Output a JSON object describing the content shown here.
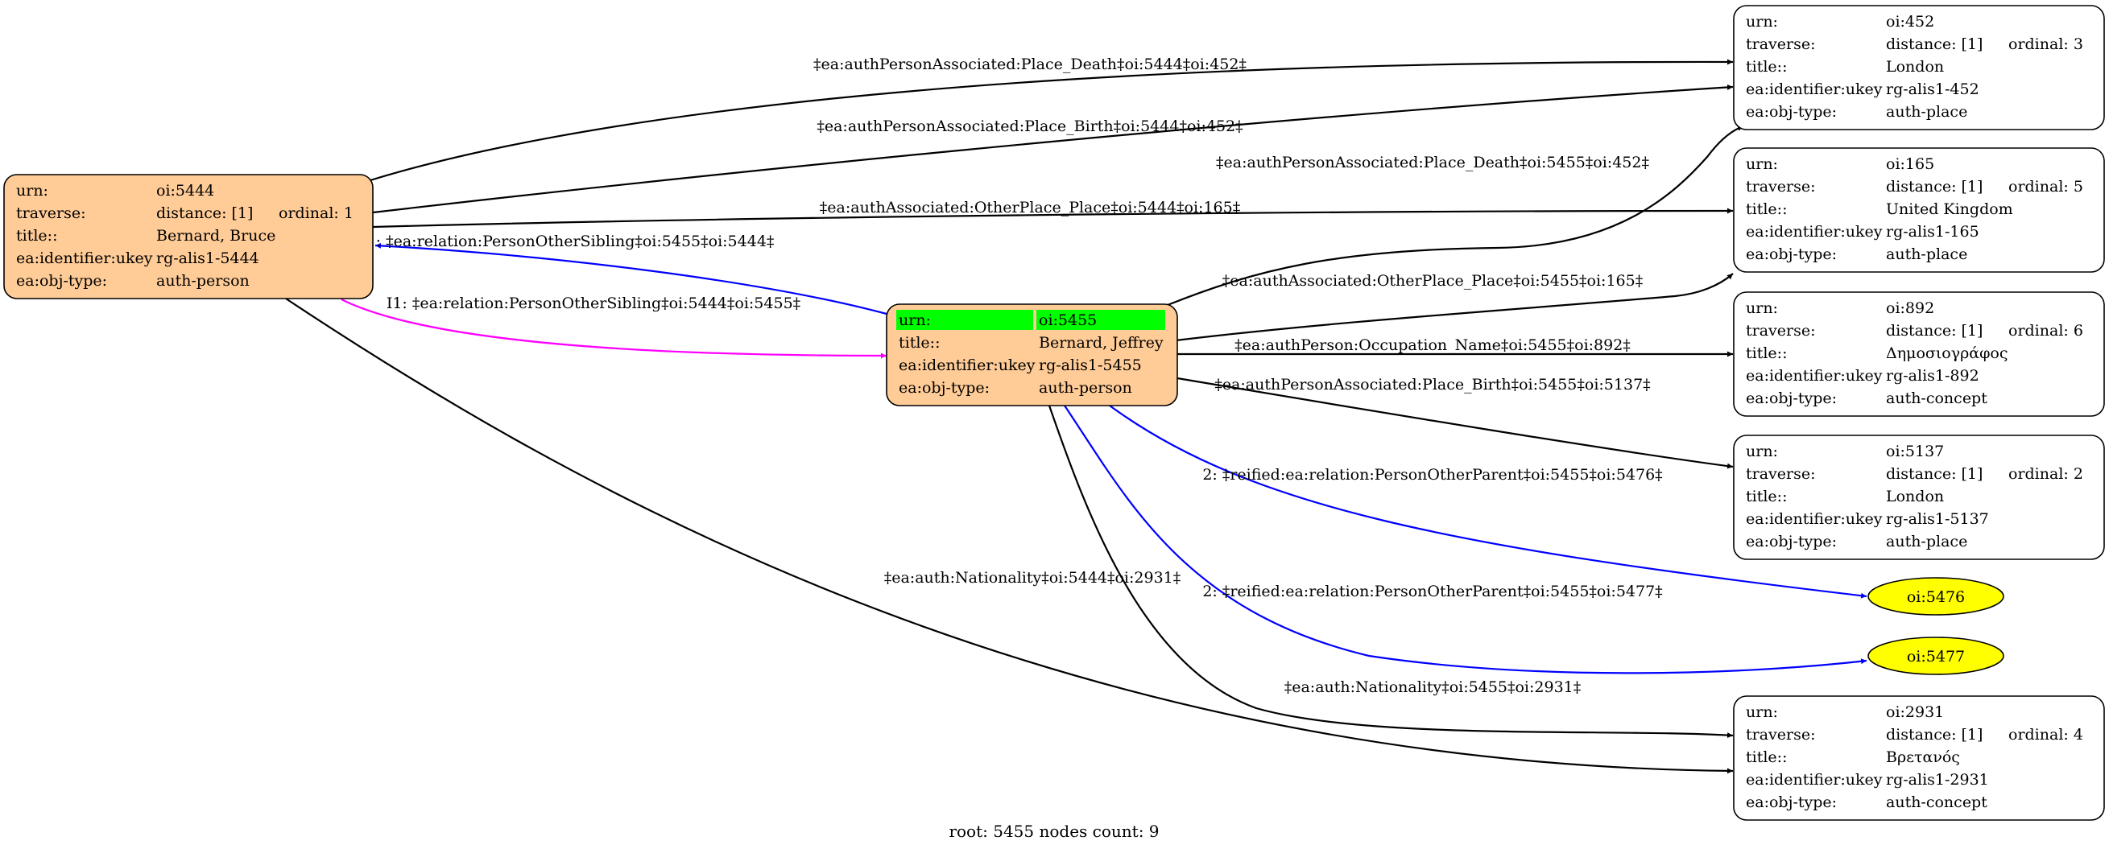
{
  "colors": {
    "person_fill": "#ffcb96",
    "highlight": "#00ff00",
    "ellipse_fill": "#ffff00",
    "edge_black": "#000000",
    "edge_blue": "#0000ff",
    "edge_magenta": "#ff00ff"
  },
  "nodes": {
    "n5444": {
      "rows": [
        {
          "k": "urn:",
          "v": "oi:5444"
        },
        {
          "k": "traverse:",
          "v": "distance: [1]",
          "x": "ordinal: 1"
        },
        {
          "k": "title::",
          "v": "Bernard, Bruce"
        },
        {
          "k": "ea:identifier:ukey",
          "v": "rg-alis1-5444"
        },
        {
          "k": "ea:obj-type:",
          "v": "auth-person"
        }
      ]
    },
    "n5455": {
      "rows": [
        {
          "k": "urn:",
          "v": "oi:5455",
          "hl": true
        },
        {
          "k": "title::",
          "v": "Bernard, Jeffrey"
        },
        {
          "k": "ea:identifier:ukey",
          "v": "rg-alis1-5455"
        },
        {
          "k": "ea:obj-type:",
          "v": "auth-person"
        }
      ]
    },
    "n452": {
      "rows": [
        {
          "k": "urn:",
          "v": "oi:452"
        },
        {
          "k": "traverse:",
          "v": "distance: [1]",
          "x": "ordinal: 3"
        },
        {
          "k": "title::",
          "v": "London"
        },
        {
          "k": "ea:identifier:ukey",
          "v": "rg-alis1-452"
        },
        {
          "k": "ea:obj-type:",
          "v": "auth-place"
        }
      ]
    },
    "n165": {
      "rows": [
        {
          "k": "urn:",
          "v": "oi:165"
        },
        {
          "k": "traverse:",
          "v": "distance: [1]",
          "x": "ordinal: 5"
        },
        {
          "k": "title::",
          "v": "United Kingdom"
        },
        {
          "k": "ea:identifier:ukey",
          "v": "rg-alis1-165"
        },
        {
          "k": "ea:obj-type:",
          "v": "auth-place"
        }
      ]
    },
    "n892": {
      "rows": [
        {
          "k": "urn:",
          "v": "oi:892"
        },
        {
          "k": "traverse:",
          "v": "distance: [1]",
          "x": "ordinal: 6"
        },
        {
          "k": "title::",
          "v": "Δημοσιογράφος"
        },
        {
          "k": "ea:identifier:ukey",
          "v": "rg-alis1-892"
        },
        {
          "k": "ea:obj-type:",
          "v": "auth-concept"
        }
      ]
    },
    "n5137": {
      "rows": [
        {
          "k": "urn:",
          "v": "oi:5137"
        },
        {
          "k": "traverse:",
          "v": "distance: [1]",
          "x": "ordinal: 2"
        },
        {
          "k": "title::",
          "v": "London"
        },
        {
          "k": "ea:identifier:ukey",
          "v": "rg-alis1-5137"
        },
        {
          "k": "ea:obj-type:",
          "v": "auth-place"
        }
      ]
    },
    "n2931": {
      "rows": [
        {
          "k": "urn:",
          "v": "oi:2931"
        },
        {
          "k": "traverse:",
          "v": "distance: [1]",
          "x": "ordinal: 4"
        },
        {
          "k": "title::",
          "v": "Βρετανός"
        },
        {
          "k": "ea:identifier:ukey",
          "v": "rg-alis1-2931"
        },
        {
          "k": "ea:obj-type:",
          "v": "auth-concept"
        }
      ]
    },
    "n5476": {
      "label": "oi:5476"
    },
    "n5477": {
      "label": "oi:5477"
    }
  },
  "edges": [
    {
      "id": "e1",
      "label": "‡ea:authPersonAssociated:Place_Death‡oi:5444‡oi:452‡"
    },
    {
      "id": "e2",
      "label": "‡ea:authPersonAssociated:Place_Birth‡oi:5444‡oi:452‡"
    },
    {
      "id": "e3",
      "label": "‡ea:authAssociated:OtherPlace_Place‡oi:5444‡oi:165‡"
    },
    {
      "id": "e4",
      "label": "1: ‡ea:relation:PersonOtherSibling‡oi:5455‡oi:5444‡"
    },
    {
      "id": "e5",
      "label": "I1: ‡ea:relation:PersonOtherSibling‡oi:5444‡oi:5455‡"
    },
    {
      "id": "e6",
      "label": "‡ea:auth:Nationality‡oi:5444‡oi:2931‡"
    },
    {
      "id": "e7",
      "label": "‡ea:authPersonAssociated:Place_Death‡oi:5455‡oi:452‡"
    },
    {
      "id": "e8",
      "label": "‡ea:authAssociated:OtherPlace_Place‡oi:5455‡oi:165‡"
    },
    {
      "id": "e9",
      "label": "‡ea:authPerson:Occupation_Name‡oi:5455‡oi:892‡"
    },
    {
      "id": "e10",
      "label": "‡ea:authPersonAssociated:Place_Birth‡oi:5455‡oi:5137‡"
    },
    {
      "id": "e11",
      "label": "2: ‡reified:ea:relation:PersonOtherParent‡oi:5455‡oi:5476‡"
    },
    {
      "id": "e12",
      "label": "2: ‡reified:ea:relation:PersonOtherParent‡oi:5455‡oi:5477‡"
    },
    {
      "id": "e13",
      "label": "‡ea:auth:Nationality‡oi:5455‡oi:2931‡"
    }
  ],
  "footer": "root: 5455 nodes count: 9"
}
